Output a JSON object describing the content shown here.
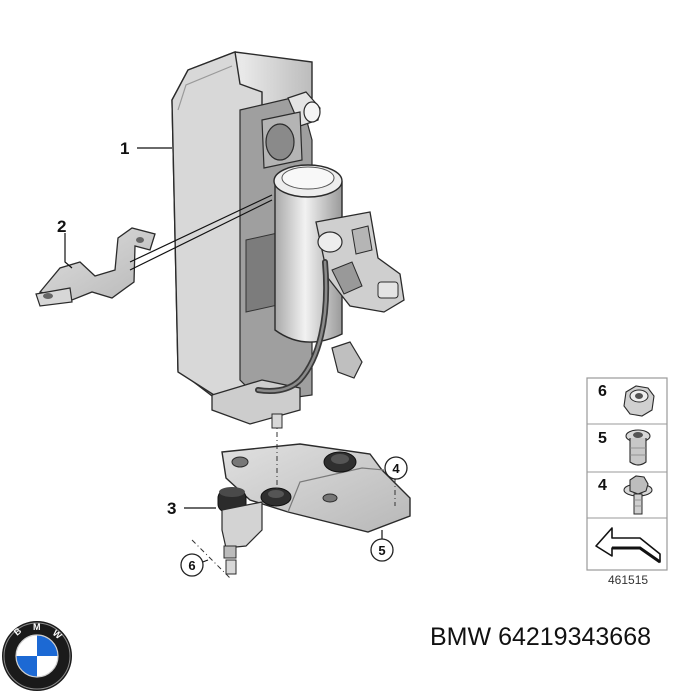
{
  "callouts": {
    "c1": "1",
    "c2": "2",
    "c3": "3",
    "c4": "4",
    "c5": "5",
    "c6": "6"
  },
  "legend": {
    "rows": [
      "6",
      "5",
      "4"
    ],
    "reference_number": "461515"
  },
  "caption": {
    "brand": "BMW",
    "part_number": "64219343668"
  },
  "colors": {
    "metal_light": "#e6e6e6",
    "metal_mid": "#bdbdbd",
    "metal_dark": "#8f8f8f",
    "outline": "#2b2b2b",
    "bmw_blue": "#1c69d4"
  },
  "icons": {
    "logo": "bmw-roundel-logo",
    "arrow": "reference-arrow-icon"
  }
}
